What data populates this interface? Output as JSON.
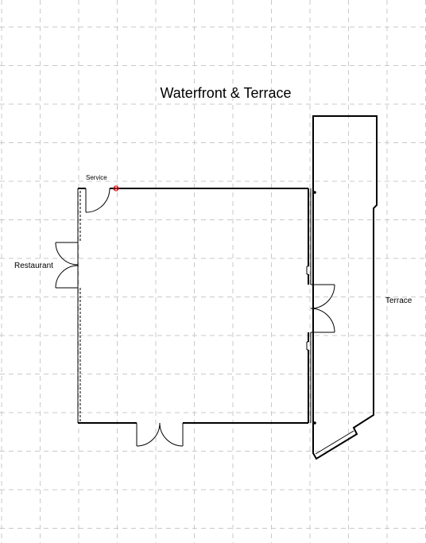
{
  "title": "Waterfront & Terrace",
  "labels": {
    "service": "Service",
    "restaurant": "Restaurant",
    "terrace": "Terrace"
  },
  "colors": {
    "wall": "#000000",
    "grid": "#c9c9c9",
    "marker": "#e0202a"
  }
}
